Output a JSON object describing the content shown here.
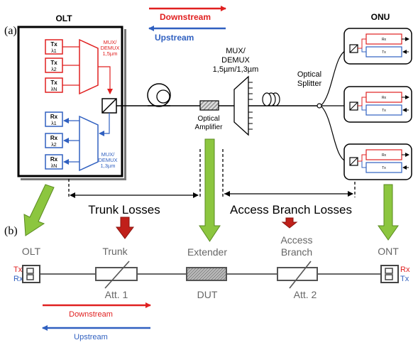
{
  "labels": {
    "panel_a": "(a)",
    "panel_b": "(b)",
    "olt": "OLT",
    "onu": "ONU",
    "downstream_top": "Downstream",
    "upstream_top": "Upstream",
    "mux_red_1": "MUX/",
    "mux_red_2": "DEMUX",
    "mux_red_3": "1,5µm",
    "mux_blue_1": "MUX/",
    "mux_blue_2": "DEMUX",
    "mux_blue_3": "1,3µm",
    "tx": "Tx",
    "rx": "Rx",
    "lambda_1": "λ1",
    "lambda_2": "λ2",
    "lambda_n": "λN",
    "mux_center_1": "MUX/",
    "mux_center_2": "DEMUX",
    "mux_center_3": "1,5µm/1,3µm",
    "optical_amp_1": "Optical",
    "optical_amp_2": "Amplifier",
    "optical_splitter_1": "Optical",
    "optical_splitter_2": "Splitter",
    "trunk_losses": "Trunk Losses",
    "access_branch_losses": "Access Branch Losses",
    "olt_b": "OLT",
    "tx_b": "Tx",
    "rx_b": "Rx",
    "trunk_b": "Trunk",
    "att1": "Att. 1",
    "extender": "Extender",
    "dut": "DUT",
    "access_1": "Access",
    "branch": "Branch",
    "att2": "Att. 2",
    "ont": "ONT",
    "ont_rx": "Rx",
    "ont_tx": "Tx",
    "downstream_bottom": "Downstream",
    "upstream_bottom": "Upstream"
  },
  "colors": {
    "red": "#e02020",
    "blue": "#3060c0",
    "green": "#8cc63f",
    "dark_red": "#c0201a",
    "gray_line": "#555555"
  }
}
